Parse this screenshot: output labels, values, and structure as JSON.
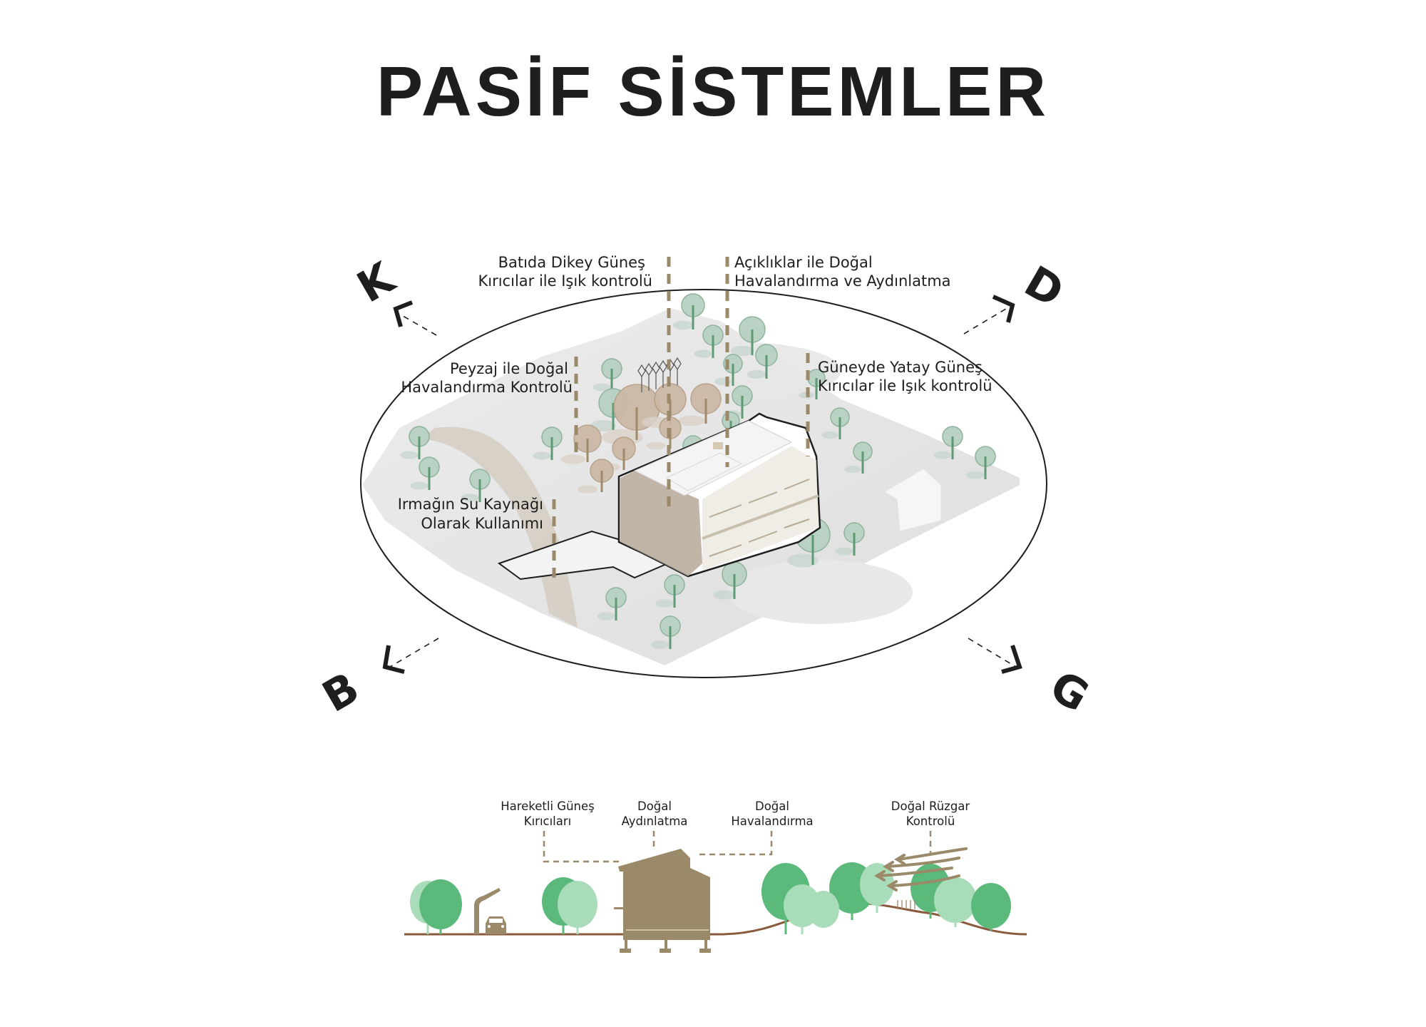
{
  "title": "PASİF SİSTEMLER",
  "colors": {
    "ink": "#1e1e1e",
    "tan": "#9a8a6a",
    "site_gray": "#e2e2e2",
    "tree_green_fill": "#b9d2c3",
    "tree_green_stroke": "#8fb39e",
    "tree_brown_fill": "#cbb7a3",
    "tree_brown_stroke": "#b59d85",
    "section_green_dark": "#5bba7b",
    "section_green_light": "#a9dcb8",
    "ground": "#8a5a3c"
  },
  "compass": {
    "north": "K",
    "east": "D",
    "south": "G",
    "west": "B"
  },
  "axonometric_labels": [
    {
      "id": "west-shading",
      "lines": [
        "Batıda Dikey Güneş",
        "Kırıcılar ile Işık kontrolü"
      ]
    },
    {
      "id": "openings-ventilation",
      "lines": [
        "Açıklıklar ile Doğal",
        "Havalandırma ve Aydınlatma"
      ]
    },
    {
      "id": "landscape-ventilation",
      "lines": [
        "Peyzaj ile Doğal",
        "Havalandırma Kontrolü"
      ]
    },
    {
      "id": "south-shading",
      "lines": [
        "Güneyde Yatay Güneş",
        "Kırıcılar ile Işık kontrolü"
      ]
    },
    {
      "id": "river-water",
      "lines": [
        "Irmağın Su Kaynağı",
        "Olarak Kullanımı"
      ]
    }
  ],
  "section_labels": [
    {
      "id": "moving-shading",
      "lines": [
        "Hareketli Güneş",
        "Kırıcıları"
      ]
    },
    {
      "id": "daylighting",
      "lines": [
        "Doğal",
        "Aydınlatma"
      ]
    },
    {
      "id": "natural-ventilation",
      "lines": [
        "Doğal",
        "Havalandırma"
      ]
    },
    {
      "id": "wind-control",
      "lines": [
        "Doğal Rüzgar",
        "Kontrolü"
      ]
    }
  ]
}
